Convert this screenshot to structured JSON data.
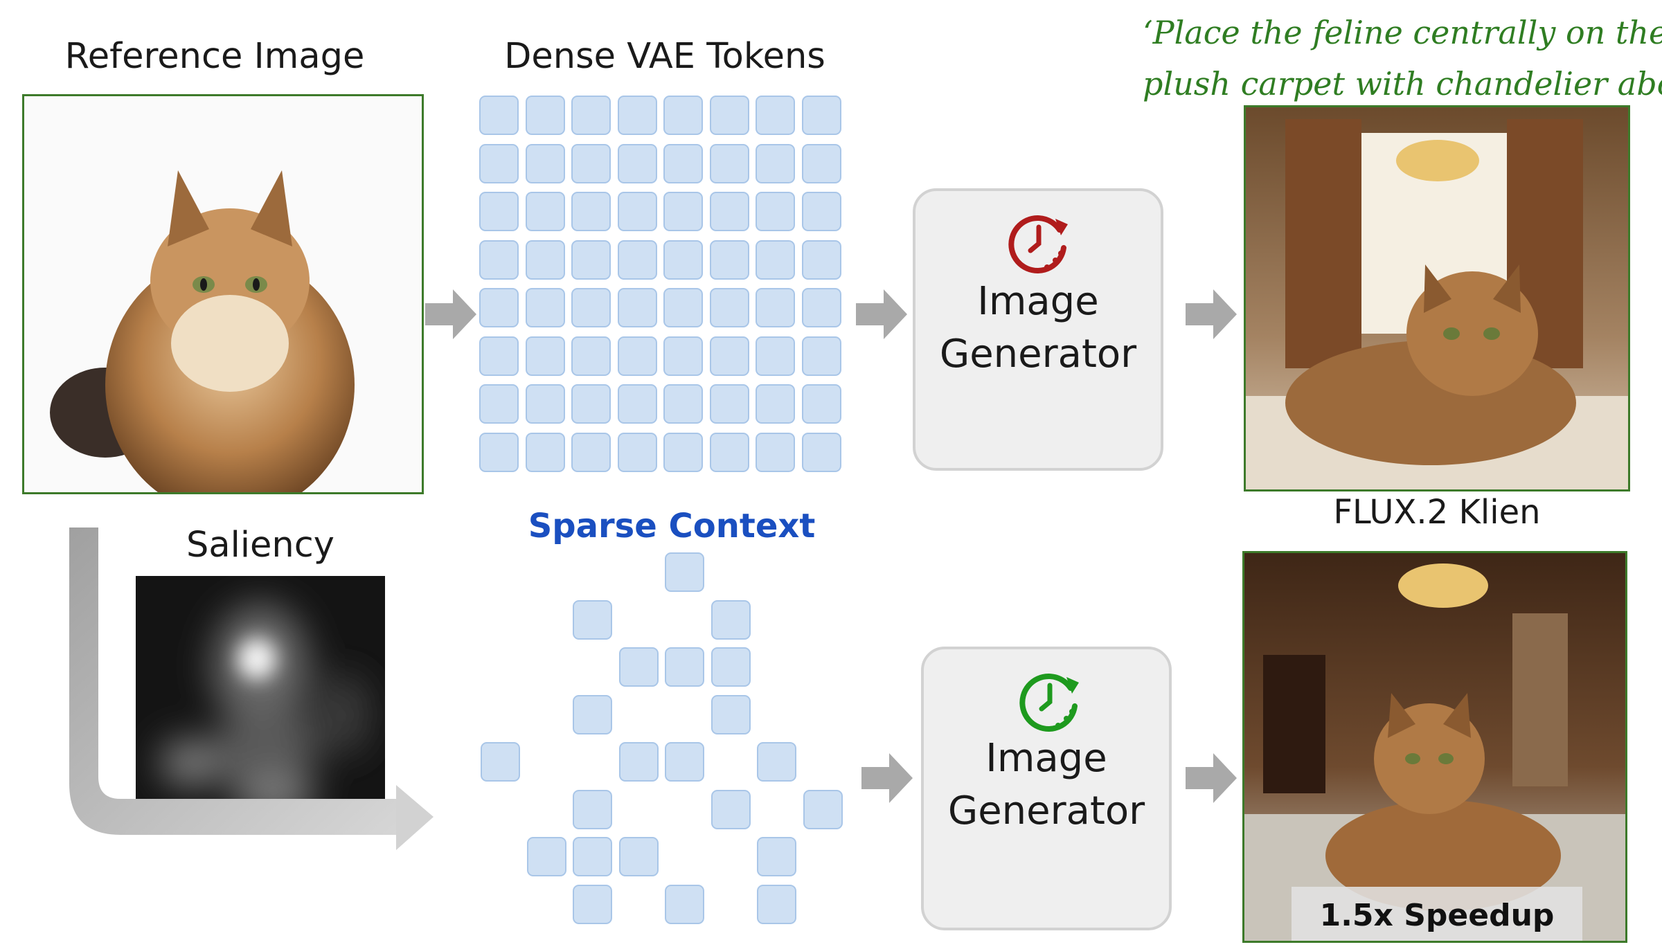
{
  "labels": {
    "reference": "Reference Image",
    "dense": "Dense VAE Tokens",
    "saliency": "Saliency",
    "sparse": "Sparse Context",
    "flux": "FLUX.2 Klien",
    "speedup": "1.5x Speedup"
  },
  "prompt": {
    "line1": "‘Place the feline centrally on the",
    "line2": "plush carpet with chandelier above’"
  },
  "generator_top": {
    "line1": "Image",
    "line2": "Generator"
  },
  "generator_bottom": {
    "line1": "Image",
    "line2": "Generator"
  },
  "colors": {
    "frame_green": "#3d7a2a",
    "prompt_green": "#2f7d22",
    "sparse_blue": "#1a4fc0",
    "token_fill": "#cfe0f3",
    "clock_slow": "#b01c1c",
    "clock_fast": "#1e9a1e"
  },
  "icons": [
    "clock-icon-slow",
    "clock-icon-fast",
    "arrow-right-icon"
  ],
  "tokens": {
    "dense_grid": {
      "rows": 8,
      "cols": 8
    },
    "sparse_cells": [
      [
        0,
        4
      ],
      [
        1,
        2
      ],
      [
        1,
        5
      ],
      [
        2,
        3
      ],
      [
        2,
        4
      ],
      [
        2,
        5
      ],
      [
        3,
        2
      ],
      [
        3,
        5
      ],
      [
        4,
        0
      ],
      [
        4,
        3
      ],
      [
        4,
        4
      ],
      [
        4,
        6
      ],
      [
        5,
        2
      ],
      [
        5,
        5
      ],
      [
        5,
        7
      ],
      [
        6,
        1
      ],
      [
        6,
        2
      ],
      [
        6,
        3
      ],
      [
        6,
        6
      ],
      [
        7,
        2
      ],
      [
        7,
        4
      ],
      [
        7,
        6
      ]
    ]
  }
}
